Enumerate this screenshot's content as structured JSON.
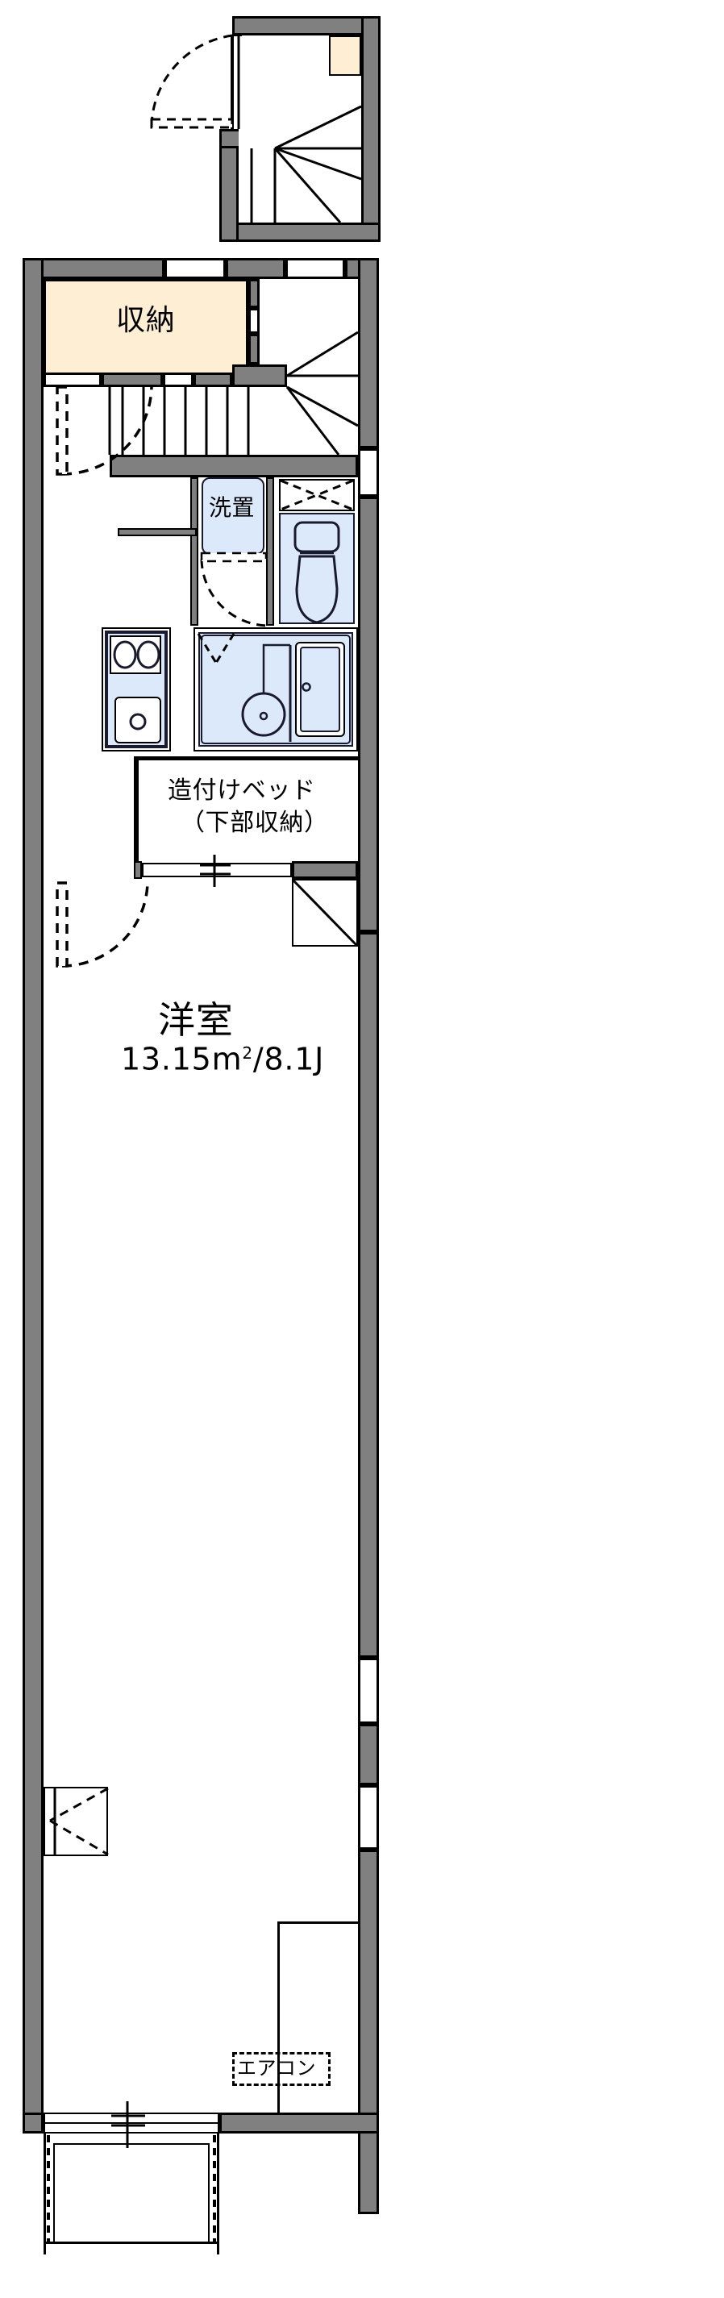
{
  "document": {
    "type": "japanese-apartment-floor-plan",
    "title": "間取り図"
  },
  "colors": {
    "wall_fill": "#808080",
    "wall_stroke": "#000000",
    "storage_fill": "#fdeed4",
    "fixture_fill": "#dce9fb",
    "fixture_stroke": "#1a1a2e",
    "background": "#ffffff"
  },
  "upper_plan": {
    "name": "upper-landing-plan",
    "description": "entrance landing and winder stair above"
  },
  "rooms": [
    {
      "key": "storage",
      "label": "収納",
      "fill": "#fdeed4"
    },
    {
      "key": "laundry",
      "label": "洗置",
      "fill": "#dce9fb"
    },
    {
      "key": "builtin_bed",
      "label_line1": "造付けベッド",
      "label_line2": "（下部収納）"
    },
    {
      "key": "main_room",
      "label": "洋室",
      "area_label": "13.15m²/8.1J",
      "area_number": "13.15",
      "area_unit": "m",
      "area_sup": "2",
      "area_tatami": "/8.1J"
    },
    {
      "key": "aircon",
      "label": "エアコン"
    }
  ],
  "fixtures": [
    {
      "key": "toilet",
      "name": "toilet-fixture"
    },
    {
      "key": "bathtub",
      "name": "bathtub-fixture"
    },
    {
      "key": "washbasin",
      "name": "washbasin-fixture"
    },
    {
      "key": "stove",
      "name": "two-burner-stove"
    },
    {
      "key": "sink",
      "name": "kitchen-sink"
    },
    {
      "key": "washer_space",
      "name": "washing-machine-space"
    },
    {
      "key": "balcony",
      "name": "balcony"
    },
    {
      "key": "stairs",
      "name": "staircase-with-winder"
    },
    {
      "key": "upper_stairs",
      "name": "upper-staircase-with-winder"
    }
  ],
  "labels": {
    "storage": "収納",
    "laundry": "洗置",
    "bed_line1": "造付けベッド",
    "bed_line2": "（下部収納）",
    "room": "洋室",
    "room_area": "13.15m²/8.1J",
    "aircon": "エアコン"
  }
}
